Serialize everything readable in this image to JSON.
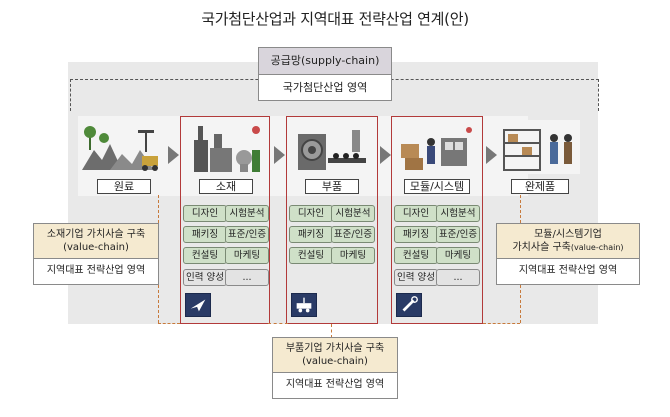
{
  "title": "국가첨단산업과 지역대표 전략산업 연계(안)",
  "supply_chain": {
    "header": "공급망(supply-chain)",
    "body": "국가첨단산업 영역"
  },
  "stages": [
    "원료",
    "소재",
    "부품",
    "모듈/시스템",
    "완제품"
  ],
  "value_chain_items": [
    "디자인",
    "시험분석",
    "패키징",
    "표준/인증",
    "컨설팅",
    "마케팅",
    "인력 양성",
    "..."
  ],
  "left_box": {
    "line1": "소재기업 가치사슬 구축",
    "line2": "(value-chain)",
    "body": "지역대표 전략산업 영역"
  },
  "bottom_box": {
    "line1": "부품기업 가치사슬 구축",
    "line2": "(value-chain)",
    "body": "지역대표 전략산업 영역"
  },
  "right_box": {
    "line1": "모듈/시스템기업",
    "line2a": "가치사슬 구축",
    "line2b": "(value-chain)",
    "body": "지역대표 전략산업 영역"
  },
  "colors": {
    "chip_green": "#cfe0c8",
    "chip_gray": "#e3e3e3",
    "red_outline": "#b23a3a",
    "dash_orange": "#c77a3c",
    "icon_navy": "#2a3b66"
  },
  "icons": [
    "ore-mining-icon",
    "factory-icon",
    "gear-machine-icon",
    "module-assembly-icon",
    "warehouse-worker-icon",
    "paper-plane-icon",
    "robot-car-icon",
    "wrench-key-icon"
  ]
}
